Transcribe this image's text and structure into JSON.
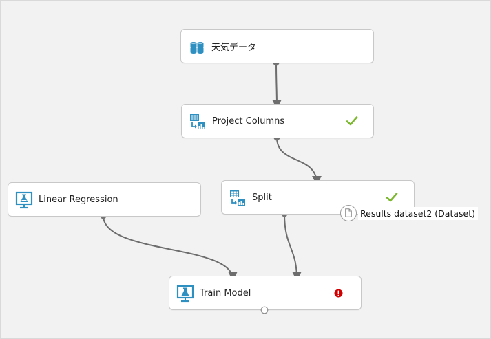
{
  "nodes": {
    "weather_data": {
      "label": "天気データ",
      "icon": "dataset-icon"
    },
    "project_columns": {
      "label": "Project Columns",
      "icon": "transform-icon",
      "status": "check-icon"
    },
    "split": {
      "label": "Split",
      "icon": "transform-icon",
      "status": "check-icon"
    },
    "linear_regression": {
      "label": "Linear Regression",
      "icon": "ml-model-icon"
    },
    "train_model": {
      "label": "Train Model",
      "icon": "ml-model-icon",
      "status": "error-icon"
    }
  },
  "port_tooltip": {
    "text": "Results dataset2 (Dataset)",
    "icon": "document-icon"
  },
  "colors": {
    "check": "#7cb82f",
    "error": "#d10000",
    "icon": "#2e8fc1",
    "wire": "#6d6d6d"
  }
}
